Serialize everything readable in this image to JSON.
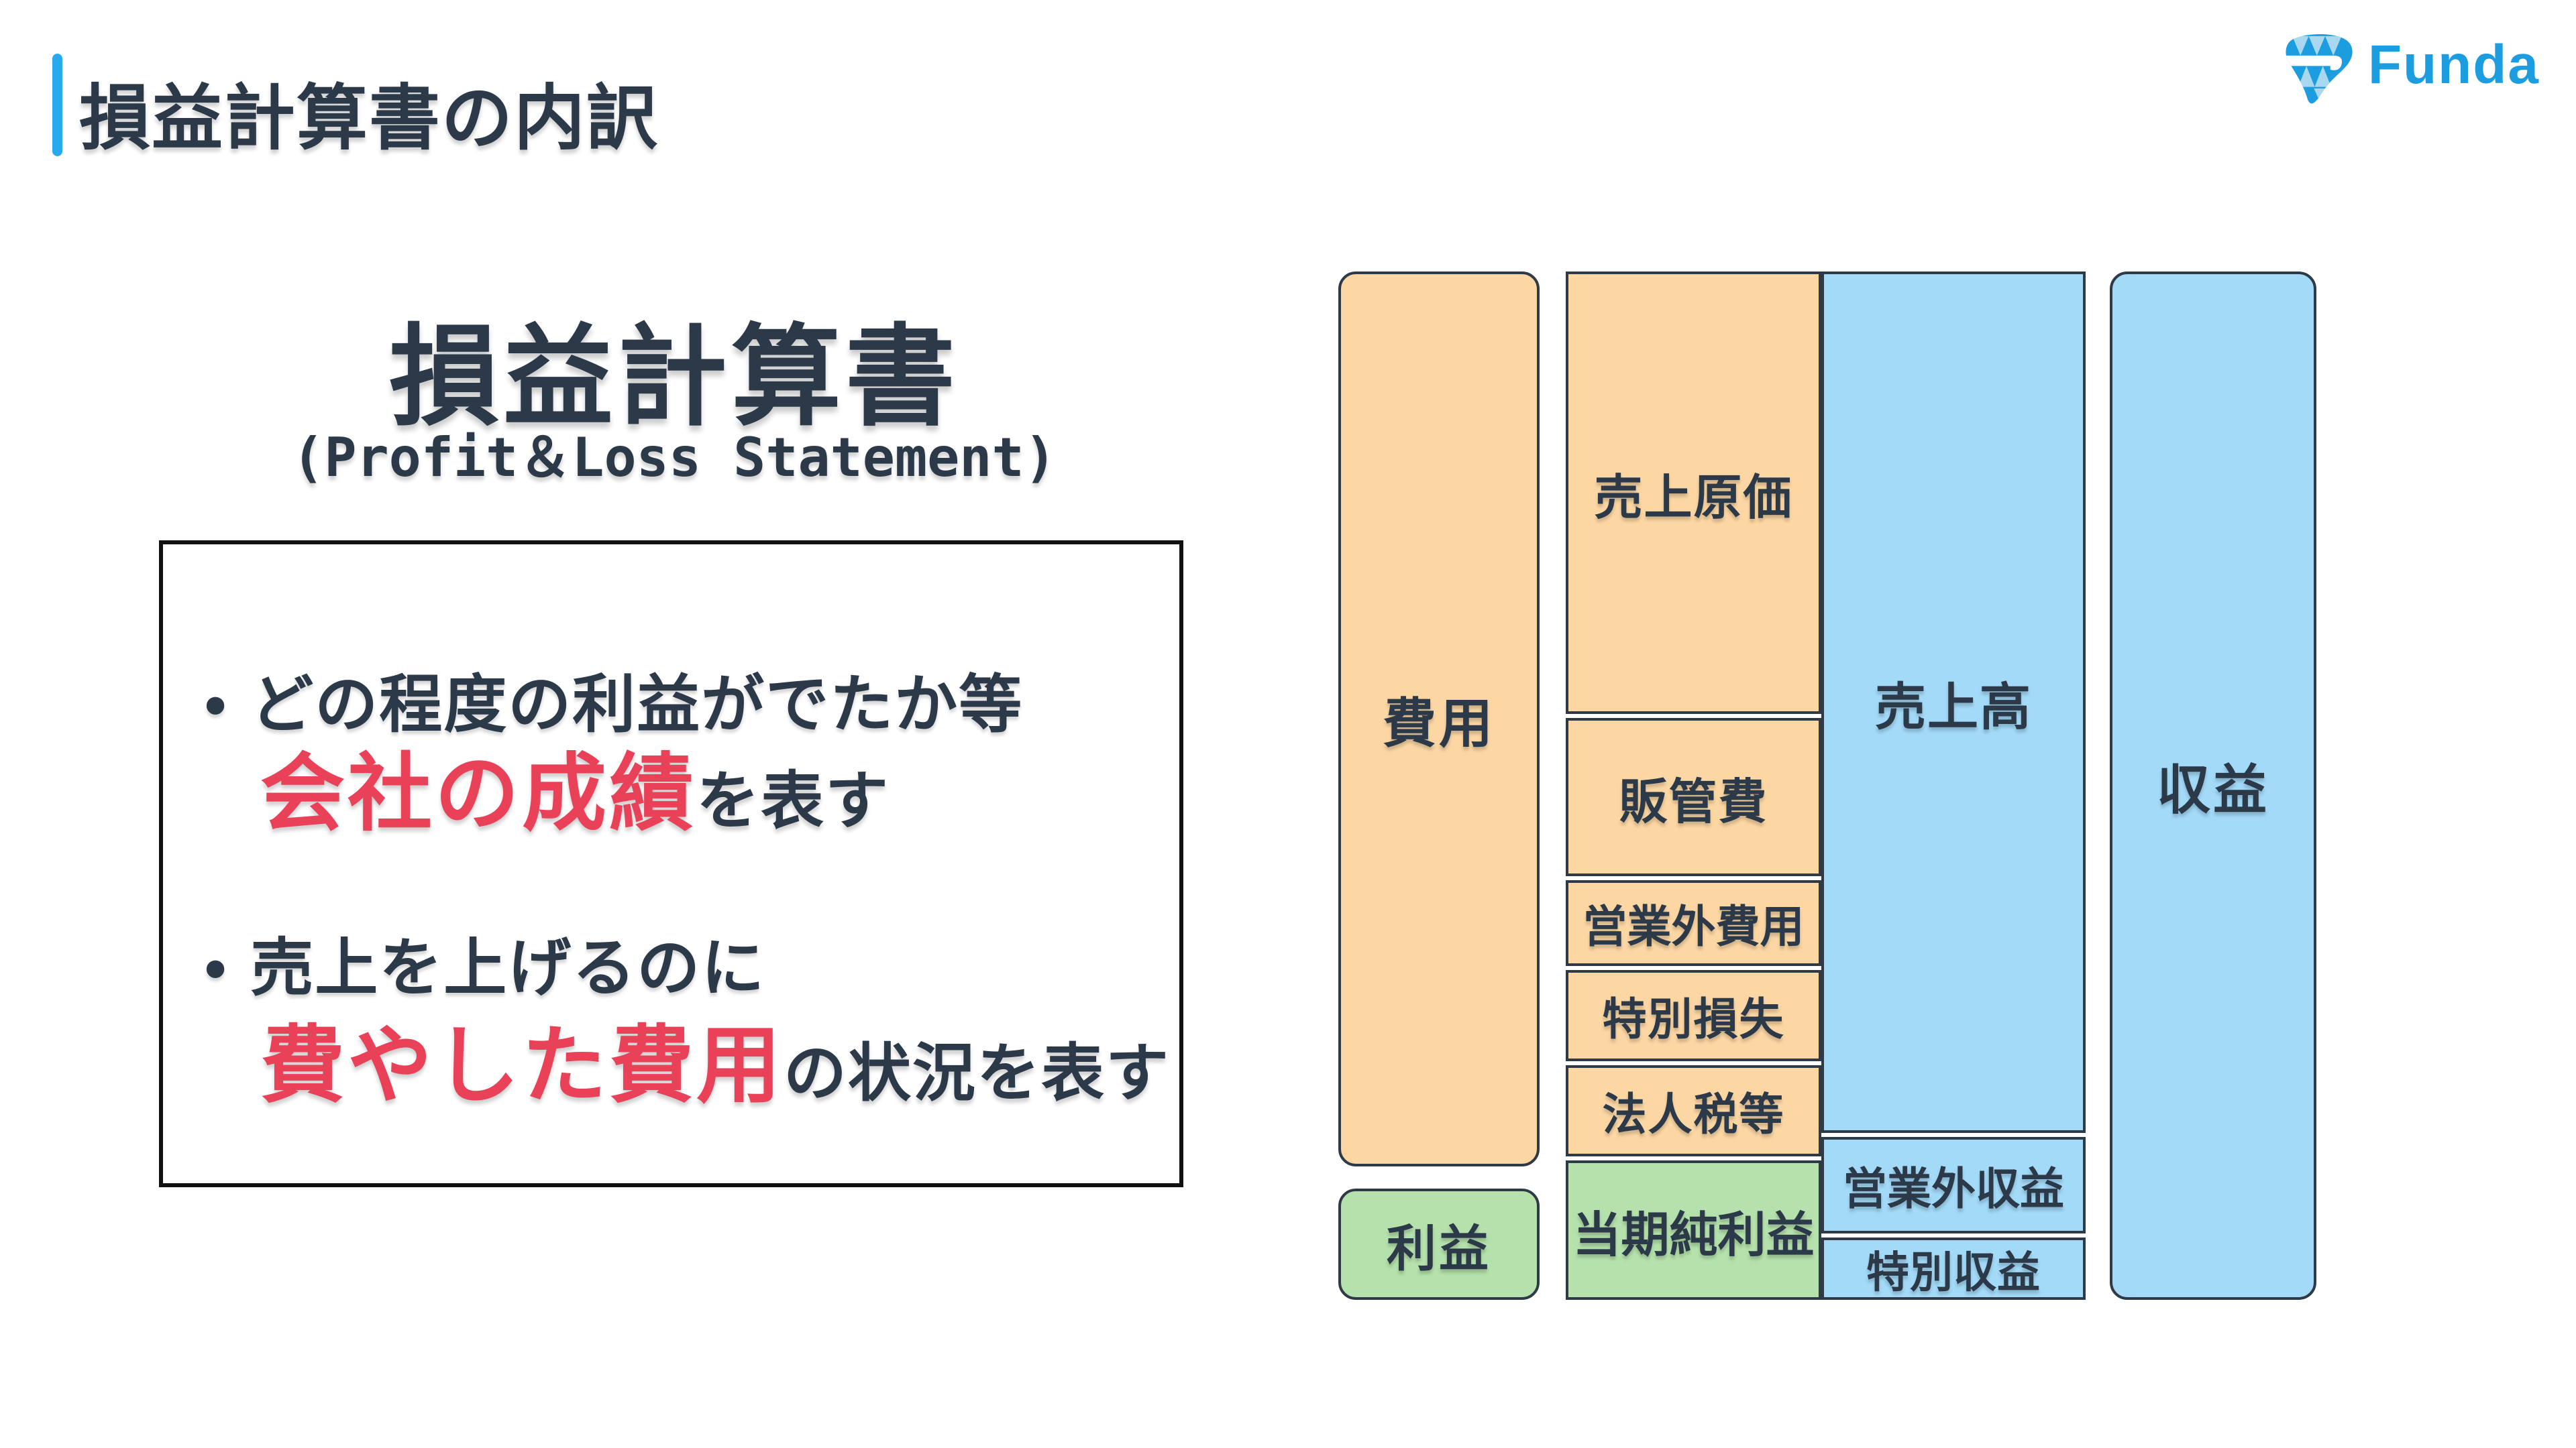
{
  "colors": {
    "ink": "#2b3948",
    "accent-red": "#e84158",
    "bar-blue": "#29aaee",
    "logo-blue": "#1b9de0",
    "logo-light": "#a9d7ef",
    "expense": "#fcd7a4",
    "revenue": "#a3daf8",
    "profit": "#b5e2ac",
    "border": "#2e3a45",
    "box-border": "#111111"
  },
  "header": {
    "title": "損益計算書の内訳"
  },
  "logo": {
    "text": "Funda"
  },
  "intro": {
    "title": "損益計算書",
    "subtitle": "(Profit＆Loss Statement)",
    "bullet_glyph": "•",
    "bullets": [
      {
        "lead": "どの程度の利益がでたか等",
        "highlight": "会社の成績",
        "tail": "を表す"
      },
      {
        "lead": "売上を上げるのに",
        "highlight": "費やした費用",
        "tail": "の状況を表す"
      }
    ]
  },
  "diagram": {
    "expense_column": {
      "label": "費用"
    },
    "profit_box": {
      "label": "利益"
    },
    "cost_sections": [
      {
        "label": "売上原価"
      },
      {
        "label": "販管費"
      },
      {
        "label": "営業外費用"
      },
      {
        "label": "特別損失"
      },
      {
        "label": "法人税等"
      },
      {
        "label": "当期純利益"
      }
    ],
    "revenue_sections": [
      {
        "label": "売上高"
      },
      {
        "label": "営業外収益"
      },
      {
        "label": "特別収益"
      }
    ],
    "revenue_column": {
      "label": "収益"
    }
  }
}
